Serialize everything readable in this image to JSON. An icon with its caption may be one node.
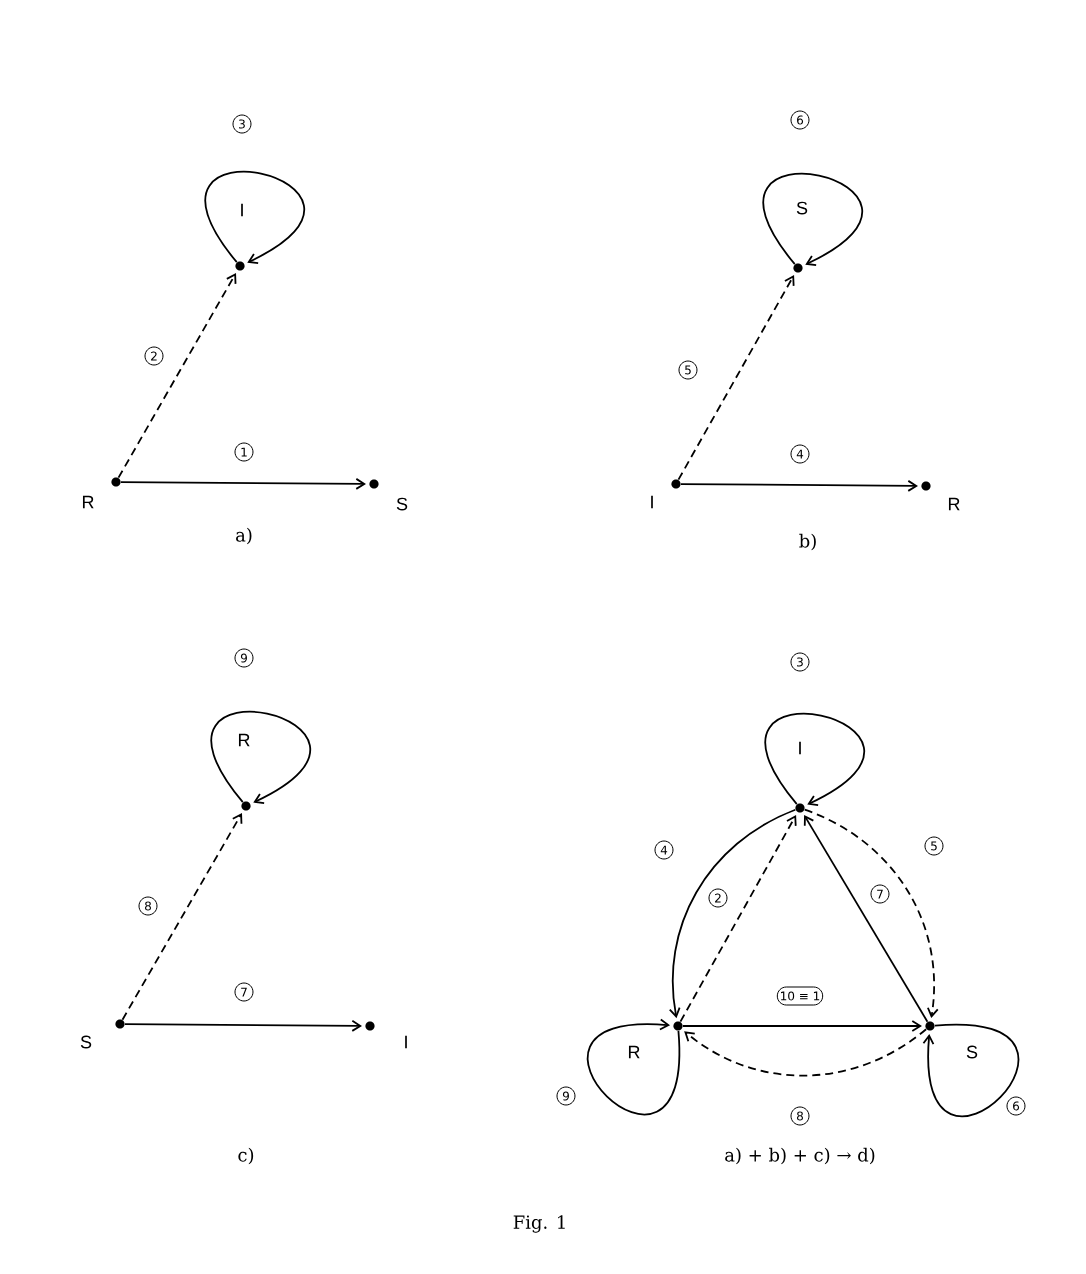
{
  "diagram": {
    "caption": "Fig. 1",
    "nodes": [
      {
        "text": [],
        "shape": "circle",
        "beside": [
          "R"
        ]
      },
      {
        "text": [],
        "shape": "circle",
        "beside": [
          "S"
        ]
      },
      {
        "text": [],
        "shape": "circle",
        "beside": [
          "I"
        ]
      },
      {
        "text": [],
        "shape": "circle",
        "beside": [
          "I"
        ]
      },
      {
        "text": [],
        "shape": "circle",
        "beside": [
          "R"
        ]
      },
      {
        "text": [],
        "shape": "circle",
        "beside": [
          "S"
        ]
      },
      {
        "text": [],
        "shape": "circle",
        "beside": [
          "S"
        ]
      },
      {
        "text": [],
        "shape": "circle",
        "beside": [
          "I"
        ]
      },
      {
        "text": [],
        "shape": "circle",
        "beside": [
          "R"
        ]
      },
      {
        "text": [],
        "shape": "circle",
        "beside": [
          "I"
        ]
      },
      {
        "text": [],
        "shape": "circle",
        "beside": [
          "R"
        ]
      },
      {
        "text": [],
        "shape": "circle",
        "beside": [
          "S"
        ]
      }
    ],
    "edges": [
      {
        "from": 0,
        "to": 1,
        "arrow": "to",
        "label": "1"
      },
      {
        "from": 0,
        "to": 2,
        "arrow": "to",
        "label": "2",
        "style": "dashed"
      },
      {
        "from": 2,
        "to": 2,
        "arrow": "to",
        "label": "3"
      },
      {
        "from": 3,
        "to": 4,
        "arrow": "to",
        "label": "4"
      },
      {
        "from": 3,
        "to": 5,
        "arrow": "to",
        "label": "5",
        "style": "dashed"
      },
      {
        "from": 5,
        "to": 5,
        "arrow": "to",
        "label": "6"
      },
      {
        "from": 6,
        "to": 7,
        "arrow": "to",
        "label": "7"
      },
      {
        "from": 6,
        "to": 8,
        "arrow": "to",
        "label": "8",
        "style": "dashed"
      },
      {
        "from": 8,
        "to": 8,
        "arrow": "to",
        "label": "9"
      },
      {
        "from": 9,
        "to": 9,
        "arrow": "to",
        "label": "3"
      },
      {
        "from": 9,
        "to": 10,
        "arrow": "to",
        "label": "4"
      },
      {
        "from": 10,
        "to": 9,
        "arrow": "to",
        "label": "2",
        "style": "dashed"
      },
      {
        "from": 9,
        "to": 11,
        "arrow": "to",
        "label": "5",
        "style": "dashed"
      },
      {
        "from": 11,
        "to": 9,
        "arrow": "to",
        "label": "7"
      },
      {
        "from": 10,
        "to": 11,
        "arrow": "to",
        "label": "10 ≡ 1"
      },
      {
        "from": 11,
        "to": 10,
        "arrow": "to",
        "label": "8",
        "style": "dashed"
      },
      {
        "from": 10,
        "to": 10,
        "arrow": "to",
        "label": "9"
      },
      {
        "from": 11,
        "to": 11,
        "arrow": "to",
        "label": "6"
      }
    ],
    "labels": [
      "a)",
      "b)",
      "c)",
      "a) + b) + c) → d)"
    ]
  }
}
